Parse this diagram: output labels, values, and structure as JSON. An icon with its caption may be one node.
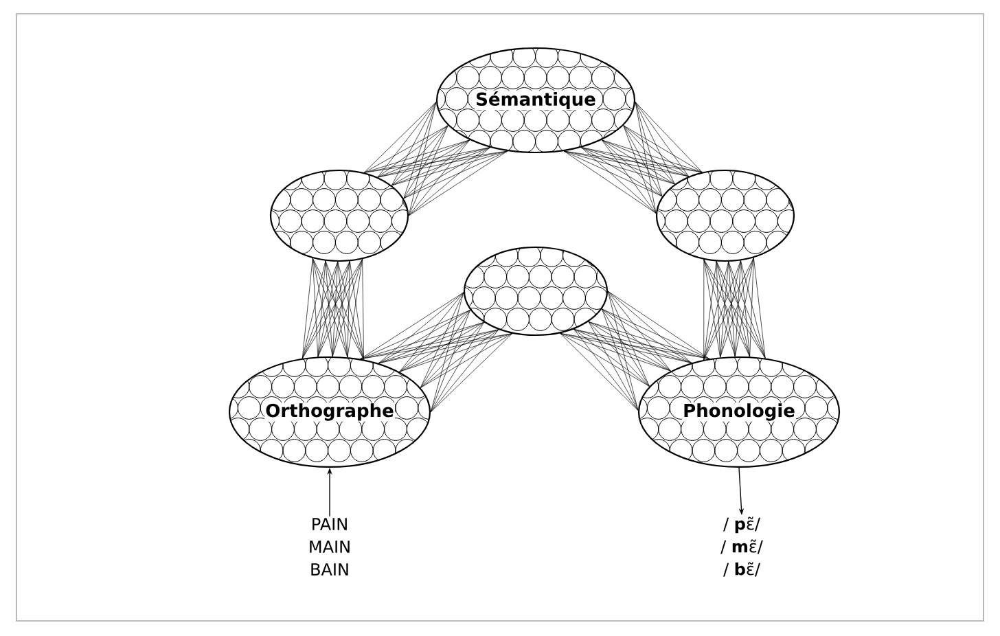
{
  "diagram": {
    "nodes": [
      {
        "text": [
          "Sémantique"
        ]
      },
      {
        "text": [],
        "shape": "ellipse"
      },
      {
        "text": [],
        "shape": "ellipse"
      },
      {
        "text": [],
        "shape": "ellipse"
      },
      {
        "text": [
          "Orthographe"
        ]
      },
      {
        "text": [
          "Phonologie"
        ]
      },
      {
        "text": [
          "PAIN",
          "MAIN",
          "BAIN"
        ]
      },
      {
        "text": [
          "/ **p**ɛ̃/",
          "/ **m**ɛ̃/",
          "/ **b**ɛ̃/"
        ]
      }
    ],
    "edges": [
      {
        "from": 0,
        "to": 1,
        "arrow": "none"
      },
      {
        "from": 0,
        "to": 3,
        "arrow": "none"
      },
      {
        "from": 1,
        "to": 4,
        "arrow": "none"
      },
      {
        "from": 3,
        "to": 5,
        "arrow": "none"
      },
      {
        "from": 4,
        "to": 2,
        "arrow": "none"
      },
      {
        "from": 2,
        "to": 5,
        "arrow": "none"
      },
      {
        "from": 6,
        "to": 4,
        "arrow": "to"
      },
      {
        "from": 5,
        "to": 7,
        "arrow": "to"
      }
    ]
  }
}
